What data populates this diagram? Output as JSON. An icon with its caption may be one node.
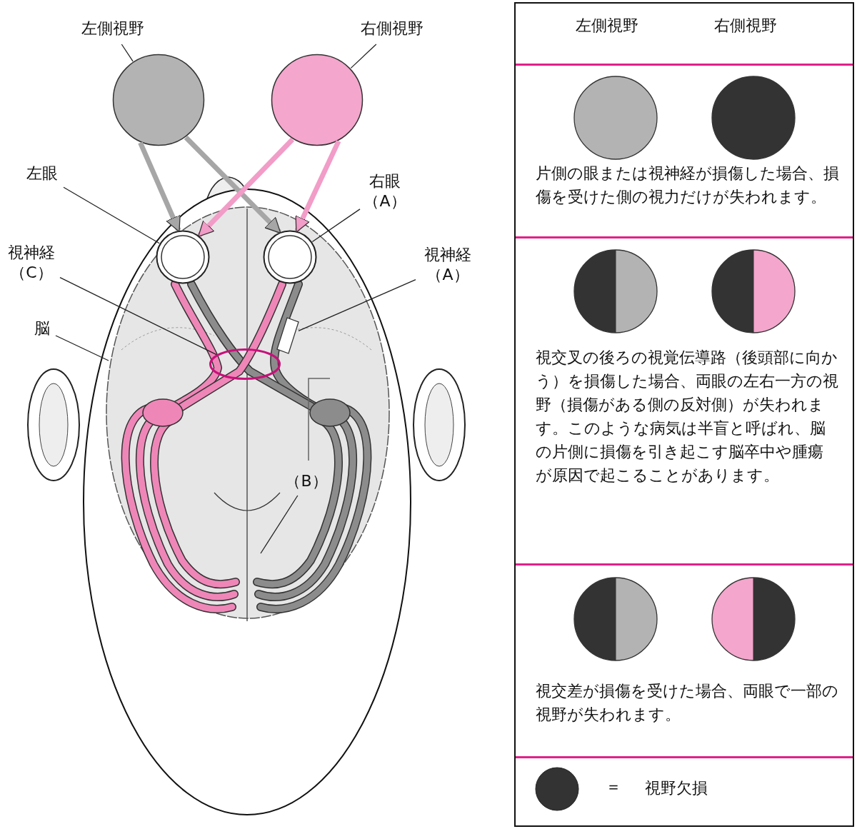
{
  "diagram": {
    "nodes": [
      {
        "text": [
          "左側視野"
        ]
      },
      {
        "text": [],
        "shape": "circle"
      },
      {
        "text": [
          "右側視野"
        ]
      },
      {
        "text": [],
        "shape": "circle"
      },
      {
        "text": [
          "左眼"
        ]
      },
      {
        "text": [],
        "shape": "circle"
      },
      {
        "text": [
          "右眼（A）"
        ]
      },
      {
        "text": [],
        "shape": "circle"
      },
      {
        "text": [
          "視神経（C）"
        ]
      },
      {
        "text": [],
        "shape": "circle"
      },
      {
        "text": [
          "視神経（A）"
        ]
      },
      {
        "text": [],
        "shape": "box"
      },
      {
        "text": [
          "脳"
        ]
      },
      {
        "text": [
          "（B）"
        ]
      }
    ],
    "edges": [
      {
        "from": 0,
        "to": 1,
        "arrow": "none"
      },
      {
        "from": 2,
        "to": 3,
        "arrow": "none"
      },
      {
        "from": 1,
        "to": 5,
        "arrow": "to",
        "style": "thick",
        "color": "#a6a6a6"
      },
      {
        "from": 1,
        "to": 7,
        "arrow": "to",
        "style": "thick",
        "color": "#a6a6a6"
      },
      {
        "from": 3,
        "to": 5,
        "arrow": "to",
        "style": "thick",
        "color": "#f29cc8"
      },
      {
        "from": 3,
        "to": 7,
        "arrow": "to",
        "style": "thick",
        "color": "#f29cc8"
      },
      {
        "from": 4,
        "to": 5,
        "arrow": "none"
      },
      {
        "from": 6,
        "to": 7,
        "arrow": "none"
      },
      {
        "from": 8,
        "to": 9,
        "arrow": "none"
      },
      {
        "from": 10,
        "to": 11,
        "arrow": "none"
      },
      {
        "from": 12,
        "to": null,
        "arrow": "none"
      },
      {
        "from": 13,
        "to": null,
        "arrow": "none"
      }
    ],
    "labels": [
      "左側視野",
      "右側視野",
      "片側の眼または視神経が損傷した場合、損傷を受けた側の視力だけが失われます。",
      "視交叉の後ろの視覚伝導路（後頭部に向かう）を損傷した場合、両眼の左右一方の視野（損傷がある側の反対側）が失われます。このような病気は半盲と呼ばれ、脳の片側に損傷を引き起こす脳卒中や腫瘍が原因で起こることがあります。",
      "視交差が損傷を受けた場合、両眼で一部の視野が失われます。",
      "＝"
    ],
    "legend": [
      {
        "text": "視野欠損",
        "color": "#333333"
      }
    ]
  }
}
